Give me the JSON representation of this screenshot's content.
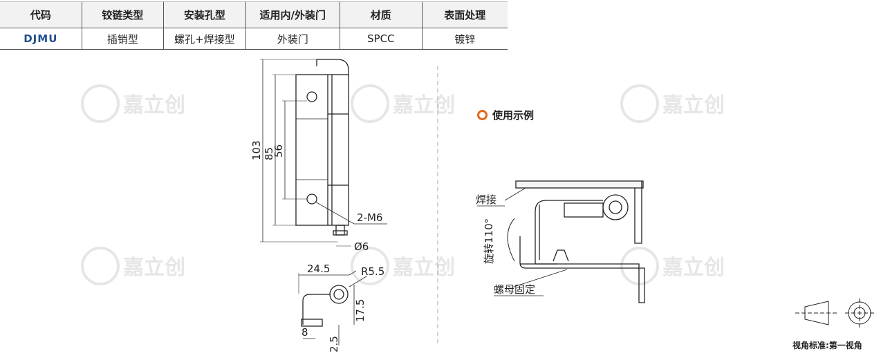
{
  "table": {
    "headers": [
      "代码",
      "铰链类型",
      "安装孔型",
      "适用内/外装门",
      "材质",
      "表面处理"
    ],
    "row": [
      "DJMU",
      "插销型",
      "螺孔+焊接型",
      "外装门",
      "SPCC",
      "镀锌"
    ]
  },
  "drawing": {
    "dims": {
      "d103": "103",
      "d85": "85",
      "d56": "56",
      "hole": "2-M6",
      "pin": "Ø6",
      "w245": "24.5",
      "r55": "R5.5",
      "h175": "17.5",
      "w8": "8",
      "h25": "2.5"
    },
    "usage_title": "使用示例",
    "labels": {
      "weld": "焊接",
      "rotate": "旋转110°",
      "nut": "螺母固定"
    },
    "watermark": "嘉立创",
    "view_label": "视角标准:第一视角"
  },
  "colors": {
    "accent": "#e06a1d",
    "code": "#1f4e8c"
  }
}
